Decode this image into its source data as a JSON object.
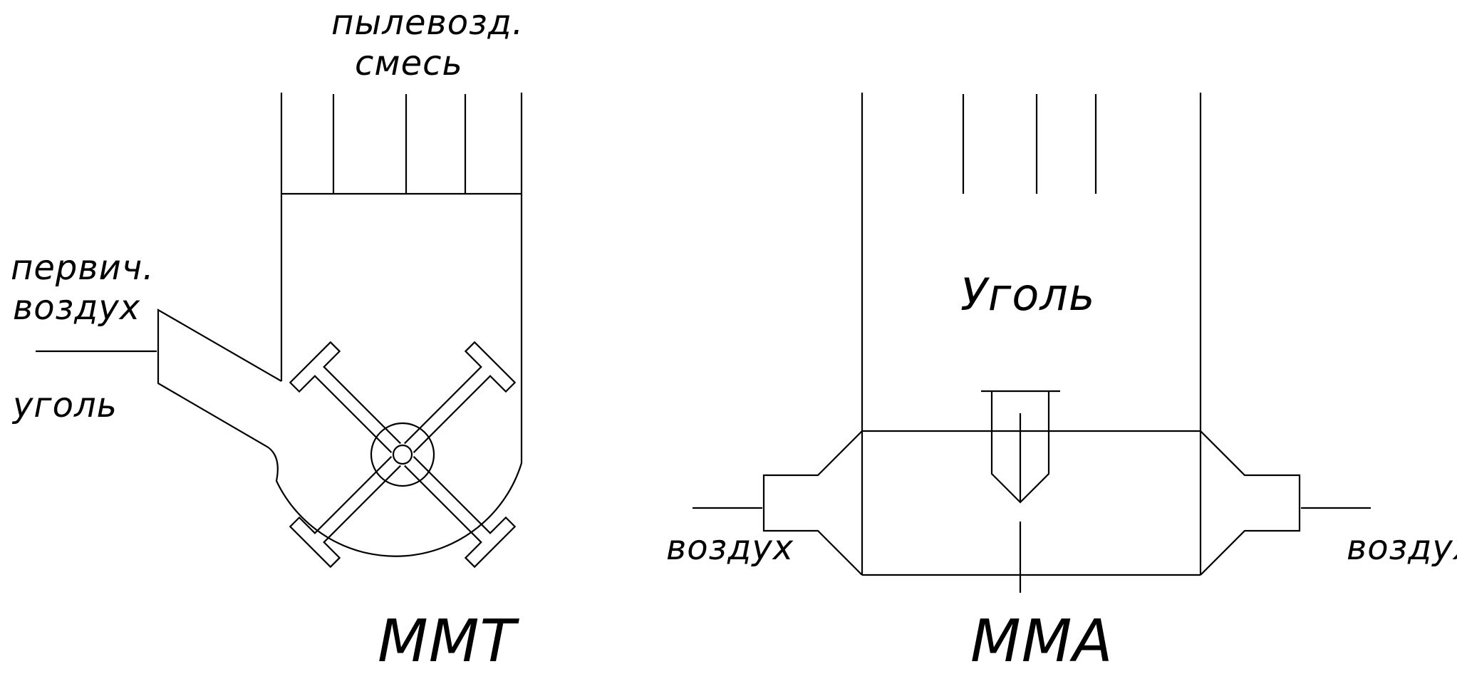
{
  "left_diagram": {
    "outlet_label_line1": "пылевозд.",
    "outlet_label_line2": "смесь",
    "inlet_label_line1": "первич.",
    "inlet_label_line2": "воздух",
    "coal_label": "уголь",
    "title": "ММТ"
  },
  "right_diagram": {
    "coal_label": "Уголь",
    "air_left_label": "воздух",
    "air_right_label": "воздух",
    "title": "ММА"
  }
}
